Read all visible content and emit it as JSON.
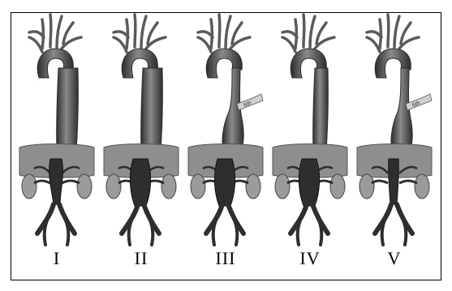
{
  "figure": {
    "panels": [
      {
        "label": "I",
        "variant": "thoracoabdominal-I",
        "rib_label": ""
      },
      {
        "label": "II",
        "variant": "thoracoabdominal-II",
        "rib_label": ""
      },
      {
        "label": "III",
        "variant": "thoracoabdominal-III",
        "rib_label": "6th"
      },
      {
        "label": "IV",
        "variant": "thoracoabdominal-IV",
        "rib_label": ""
      },
      {
        "label": "V",
        "variant": "thoracoabdominal-V",
        "rib_label": "6th"
      }
    ]
  },
  "colors": {
    "aorta": "#5a5a5a",
    "aorta_dark": "#2e2e2e",
    "aorta_light": "#8a8a8a",
    "diaphragm": "#8e8e8e",
    "kidney": "#9b9b9b",
    "rib": "#d0d0d0"
  },
  "icons": [
    "aorta-illustration"
  ]
}
